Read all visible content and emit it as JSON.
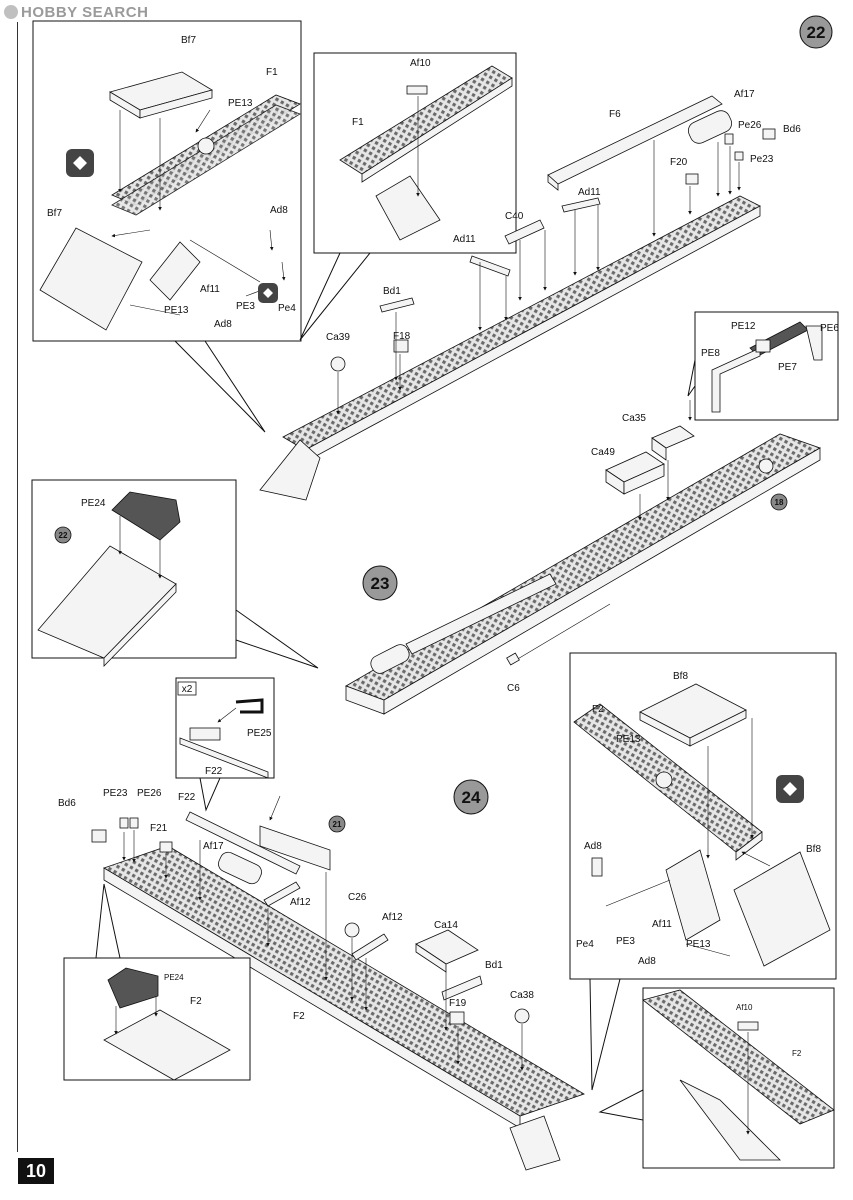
{
  "watermark": "HOBBY SEARCH",
  "page_number": "10",
  "steps": {
    "s22": "22",
    "s23": "23",
    "s24": "24",
    "ref22": "22",
    "ref18": "18",
    "ref21": "21"
  },
  "parts": {
    "step22": [
      "Bf7",
      "F1",
      "PE13",
      "Bf7",
      "Af11",
      "Ad8",
      "PE3",
      "Pe4",
      "PE13",
      "Ad8",
      "Af10",
      "F1",
      "F6",
      "Af17",
      "Pe26",
      "Bd6",
      "Pe23",
      "F20",
      "Ad11",
      "C40",
      "Ad11",
      "Bd1",
      "F18",
      "Ca39"
    ],
    "step23": [
      "PE12",
      "PE6",
      "PE8",
      "PE7",
      "Ca35",
      "Ca49",
      "PE24",
      "C6"
    ],
    "step24": [
      "x2",
      "PE25",
      "F22",
      "Bd6",
      "PE23",
      "PE26",
      "F22",
      "F21",
      "Af17",
      "Af12",
      "C26",
      "Af12",
      "Ca14",
      "Bd1",
      "F19",
      "Ca38",
      "F2",
      "Bf8",
      "F2",
      "PE13",
      "Ad8",
      "Pe4",
      "PE3",
      "Af11",
      "PE13",
      "Ad8",
      "Bf8",
      "Af10",
      "F2",
      "PE24",
      "F2"
    ]
  }
}
